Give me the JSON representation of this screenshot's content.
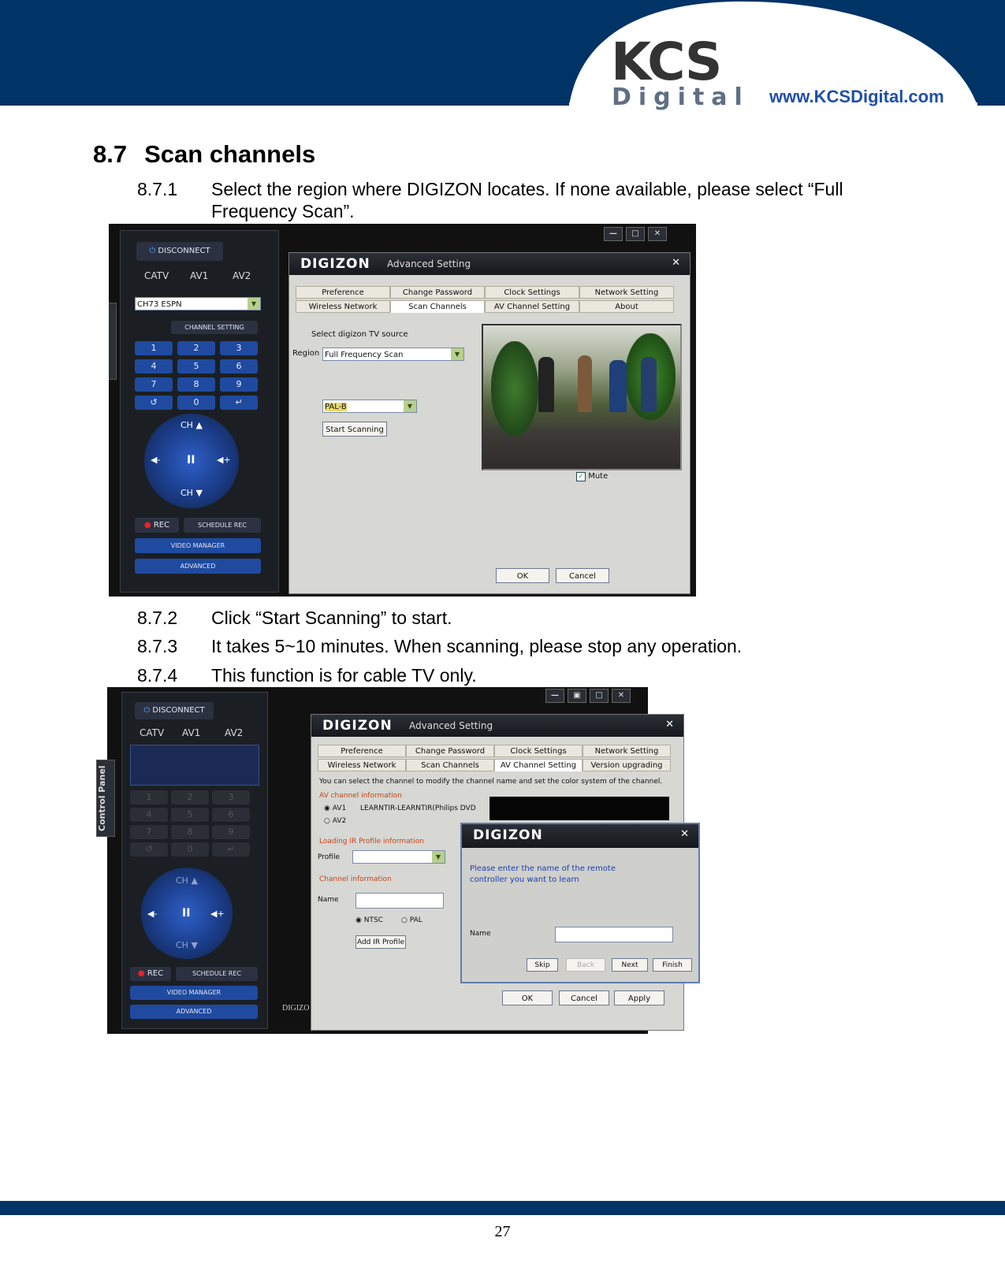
{
  "header": {
    "logo_main": "KCS",
    "logo_sub": "Digital",
    "url": "www.KCSDigital.com"
  },
  "section": {
    "number": "8.7",
    "title": "Scan channels"
  },
  "steps": [
    {
      "num": "8.7.1",
      "text": "Select the region where DIGIZON locates. If none available, please select “Full Frequency Scan”."
    },
    {
      "num": "8.7.2",
      "text": "Click “Start Scanning” to start."
    },
    {
      "num": "8.7.3",
      "text": "It takes 5~10 minutes. When scanning, please stop any operation."
    },
    {
      "num": "8.7.4",
      "text": "This function is for cable TV only."
    }
  ],
  "remote": {
    "disconnect": "DISCONNECT",
    "sources": [
      "CATV",
      "AV1",
      "AV2"
    ],
    "side_tab": "Control Panel",
    "channel_select": "CH73 ESPN",
    "channel_setting": "CHANNEL SETTING",
    "keys": [
      "1",
      "2",
      "3",
      "4",
      "5",
      "6",
      "7",
      "8",
      "9",
      "↺",
      "0",
      "↵"
    ],
    "ch_up": "CH ▲",
    "ch_down": "CH ▼",
    "pause": "II",
    "vol_down": "◀-",
    "vol_up": "◀+",
    "rec": "REC",
    "schedule_rec": "SCHEDULE REC",
    "video_manager": "VIDEO MANAGER",
    "advanced": "ADVANCED",
    "win_controls": [
      "—",
      "□",
      "✕"
    ],
    "win_controls_2": [
      "—",
      "▣",
      "□",
      "✕"
    ]
  },
  "dialog1": {
    "brand": "DIGIZON",
    "caption": "Advanced Setting",
    "close": "✕",
    "tabs_row1": [
      "Preference",
      "Change Password",
      "Clock Settings",
      "Network Setting"
    ],
    "tabs_row2": [
      "Wireless Network",
      "Scan Channels",
      "AV Channel Setting",
      "About"
    ],
    "source_label": "Select digizon TV source",
    "region_label": "Region",
    "region_value": "Full Frequency Scan",
    "system_value": "PAL-B",
    "start_button": "Start Scanning",
    "mute_label": "Mute",
    "ok": "OK",
    "cancel": "Cancel"
  },
  "dialog2": {
    "brand": "DIGIZON",
    "caption": "Advanced Setting",
    "close": "✕",
    "tabs_row1": [
      "Preference",
      "Change Password",
      "Clock Settings",
      "Network Setting"
    ],
    "tabs_row2": [
      "Wireless Network",
      "Scan Channels",
      "AV Channel Setting",
      "Version upgrading"
    ],
    "instruction": "You can select the channel to modify the channel name and set the color system of the channel.",
    "av_info": "AV channel information",
    "av1": "AV1",
    "av1_value": "LEARNTIR-LEARNTIR(Philips DVD",
    "av2": "AV2",
    "ir_info": "Loading IR Profile information",
    "profile_label": "Profile",
    "channel_info": "Channel information",
    "name_label": "Name",
    "ntsc": "NTSC",
    "pal": "PAL",
    "add_ir": "Add IR Profile",
    "ok": "OK",
    "cancel": "Cancel",
    "apply": "Apply",
    "side_text": "DIGIZO"
  },
  "popup": {
    "brand": "DIGIZON",
    "close": "✕",
    "message": "Please enter the name of the remote controller you want to learn",
    "name_label": "Name",
    "skip": "Skip",
    "back": "Back",
    "next": "Next",
    "finish": "Finish"
  },
  "page_number": "27",
  "colors": {
    "header_navy": "#003366",
    "accent_blue": "#1f4aa0",
    "dialog_bg": "#d7d7d3"
  }
}
